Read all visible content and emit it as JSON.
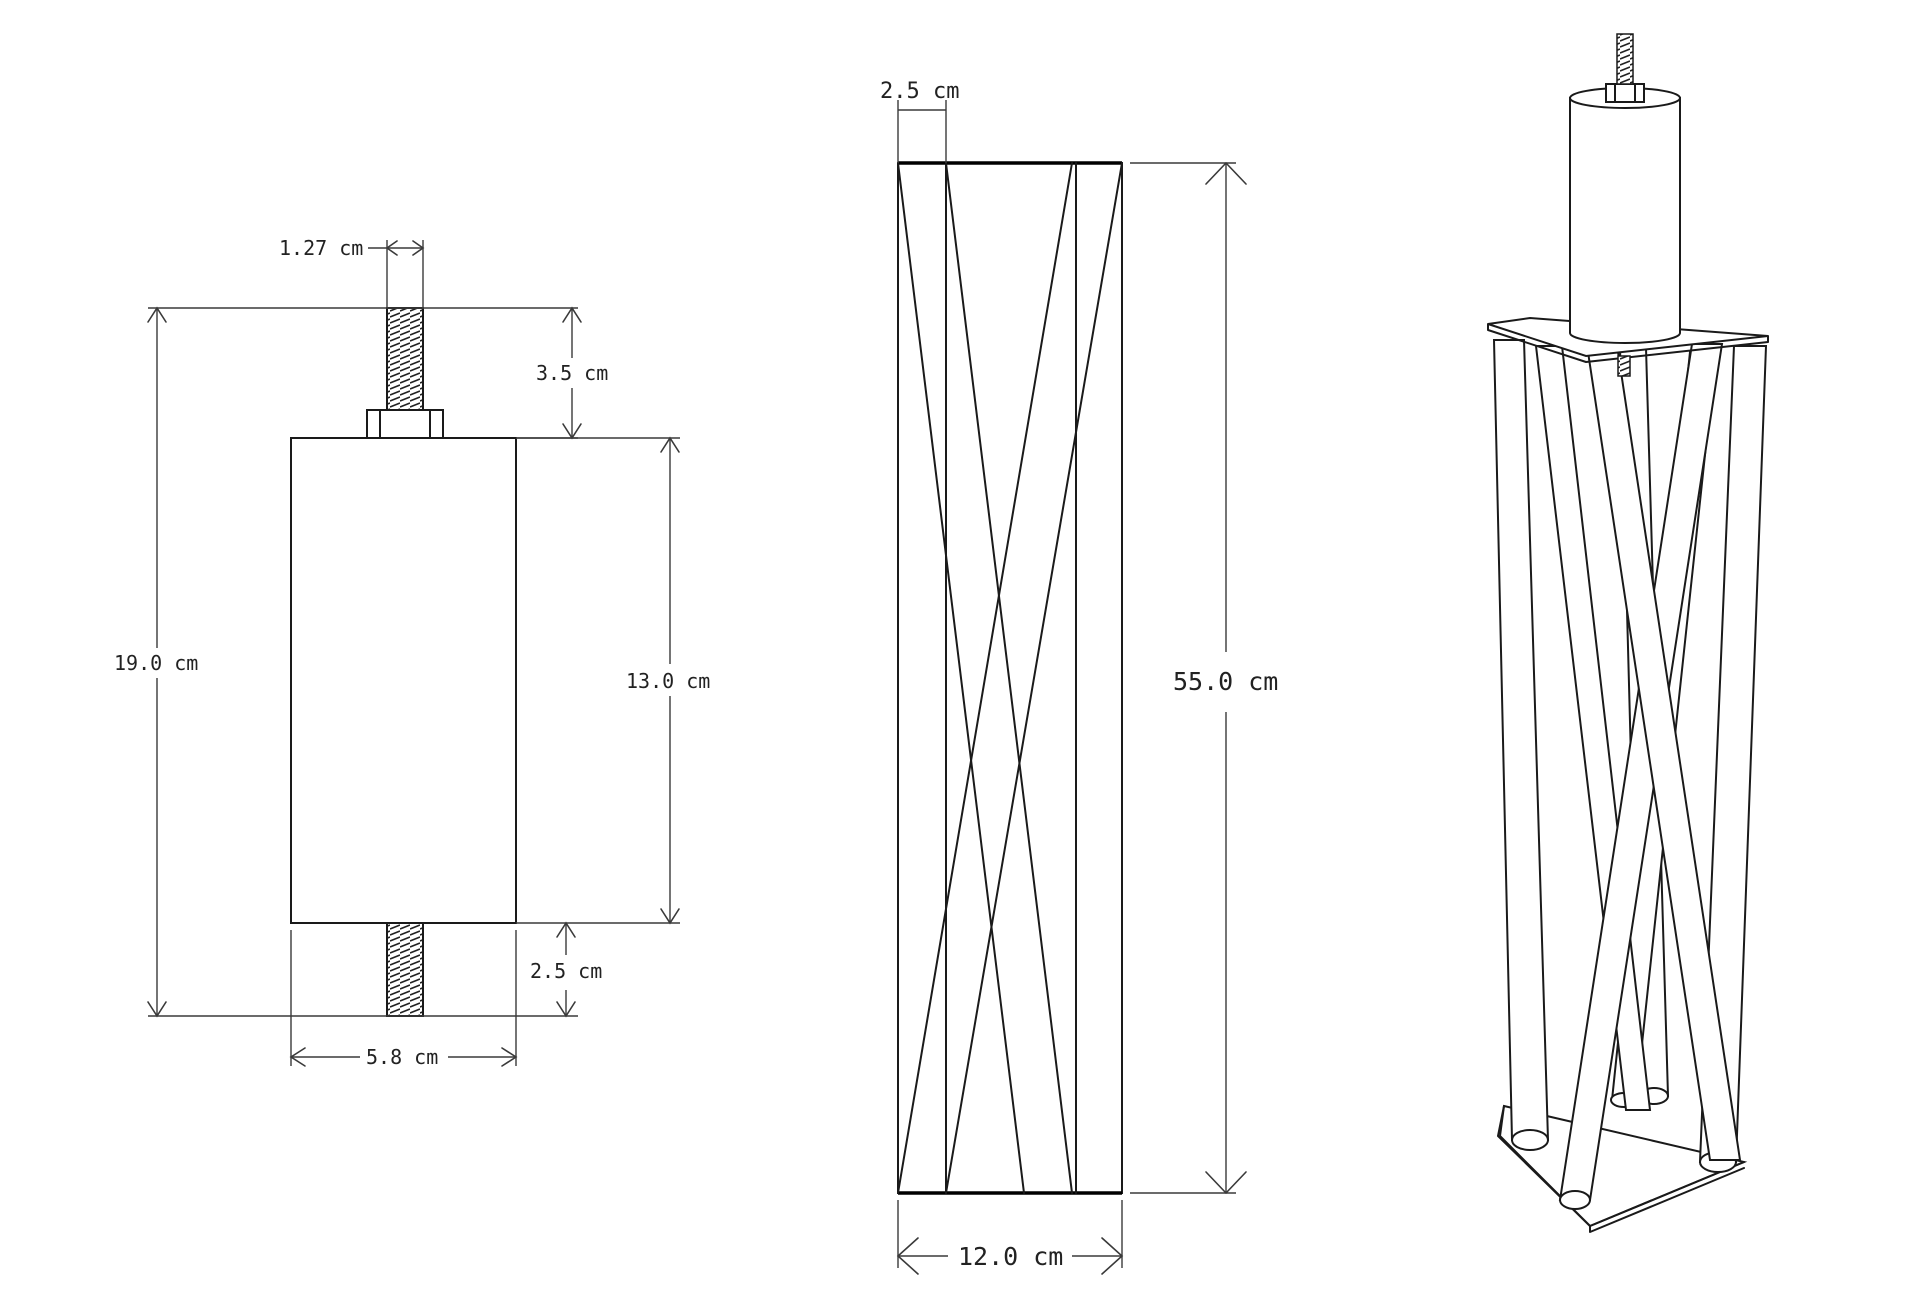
{
  "dimensions": {
    "bolt_diameter": "1.27 cm",
    "bolt_top_length": "3.5 cm",
    "total_height": "19.0 cm",
    "cylinder_height": "13.0 cm",
    "bolt_bottom_length": "2.5 cm",
    "cylinder_width": "5.8 cm",
    "frame_rod_width": "2.5 cm",
    "frame_height": "55.0 cm",
    "frame_width": "12.0 cm"
  },
  "colors": {
    "line": "#1a1a1a",
    "dimension": "#3a3a3a",
    "background": "#ffffff"
  }
}
